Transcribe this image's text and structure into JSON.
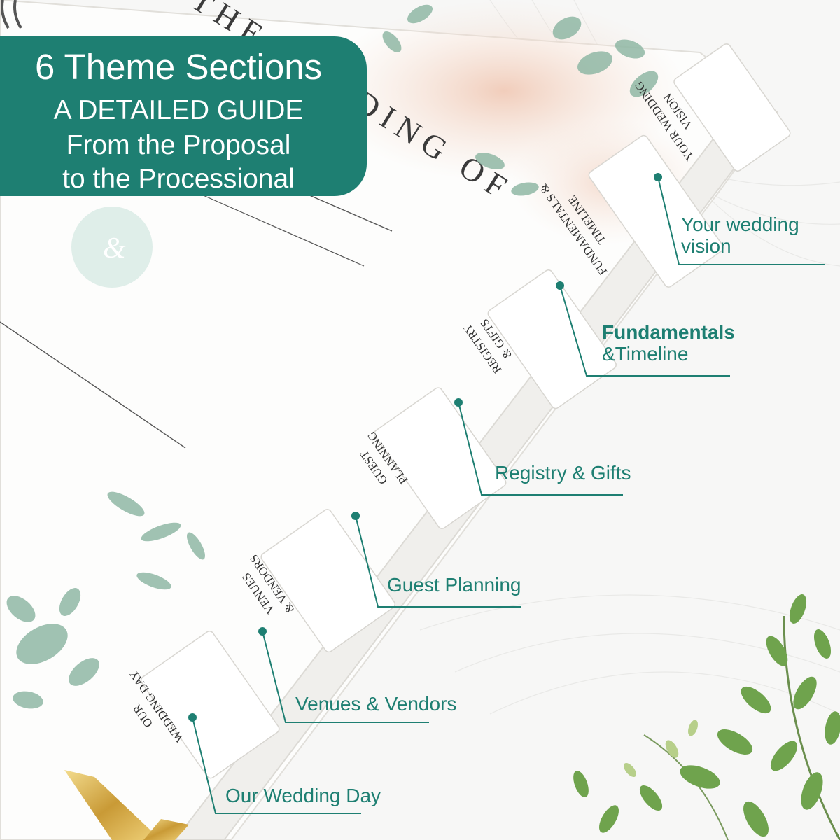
{
  "banner": {
    "heading": "6 Theme Sections",
    "line1": "A DETAILED GUIDE",
    "line2": "From the Proposal",
    "line3": "to the Processional"
  },
  "cover_text": "THE WEDDING OF",
  "tabs": [
    {
      "l1": "YOUR WEDDING",
      "l2": "VISION"
    },
    {
      "l1": "FUNDAMENTALS &",
      "l2": "TIMELINE"
    },
    {
      "l1": "REGISTRY",
      "l2": "& GIFTS"
    },
    {
      "l1": "GUEST",
      "l2": "PLANNING"
    },
    {
      "l1": "VENUES",
      "l2": "& VENDORS"
    },
    {
      "l1": "OUR",
      "l2": "WEDDING DAY"
    }
  ],
  "callouts": {
    "vision": {
      "l1": "Your wedding",
      "l2": "vision"
    },
    "fundamentals": {
      "l1": "Fundamentals",
      "l2": "&Timeline"
    },
    "registry": "Registry & Gifts",
    "guest": "Guest Planning",
    "venues": "Venues & Vendors",
    "day": "Our Wedding Day"
  },
  "colors": {
    "accent": "#1e7f72",
    "gold": "#d4b15a",
    "leaf": "#7fae97"
  }
}
